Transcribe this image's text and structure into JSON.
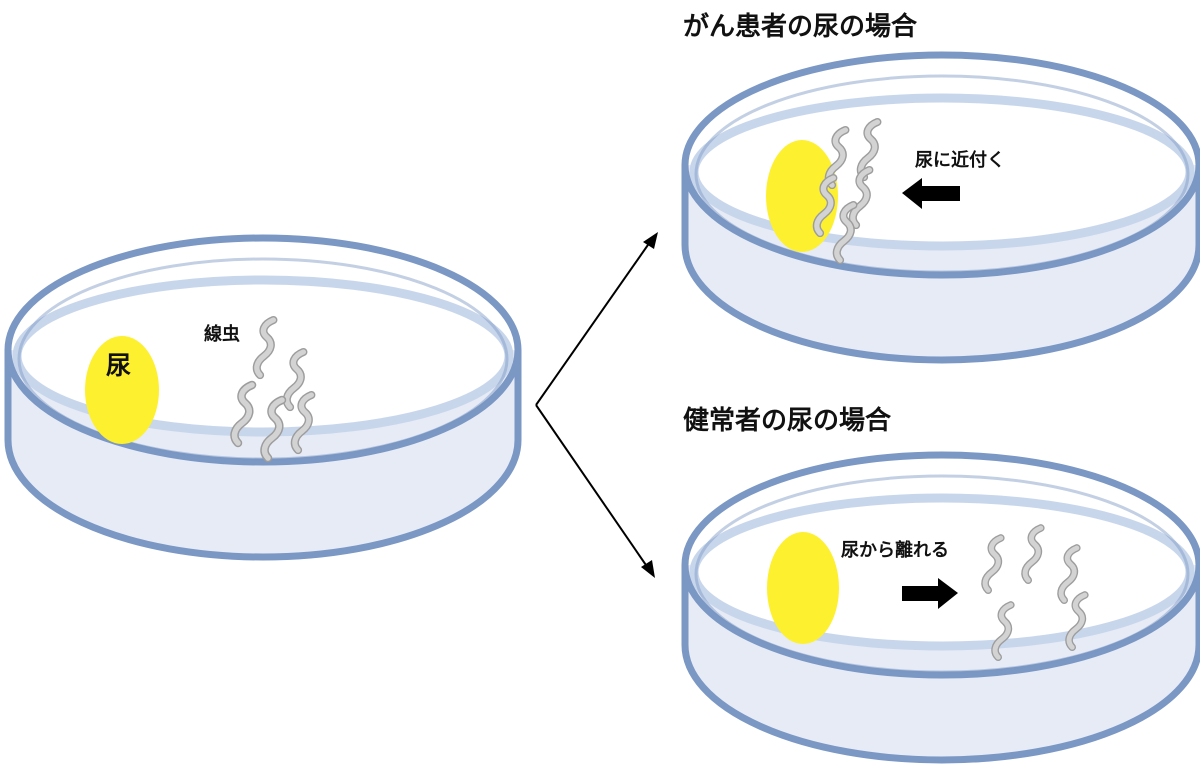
{
  "panels": {
    "start": {
      "urine_label": "尿",
      "worm_label": "線虫"
    },
    "cancer": {
      "title": "がん患者の尿の場合",
      "behavior": "尿に近付く"
    },
    "healthy": {
      "title": "健常者の尿の場合",
      "behavior": "尿から離れる"
    }
  },
  "colors": {
    "dish_rim": "#7b97c4",
    "dish_bottom": "#e6ebf6",
    "dish_inner_band": "#c8d6ec",
    "urine": "#fdf02e",
    "worm_fill": "#d3d3d3",
    "worm_outline": "#9d9d9d",
    "arrow": "#000000"
  }
}
